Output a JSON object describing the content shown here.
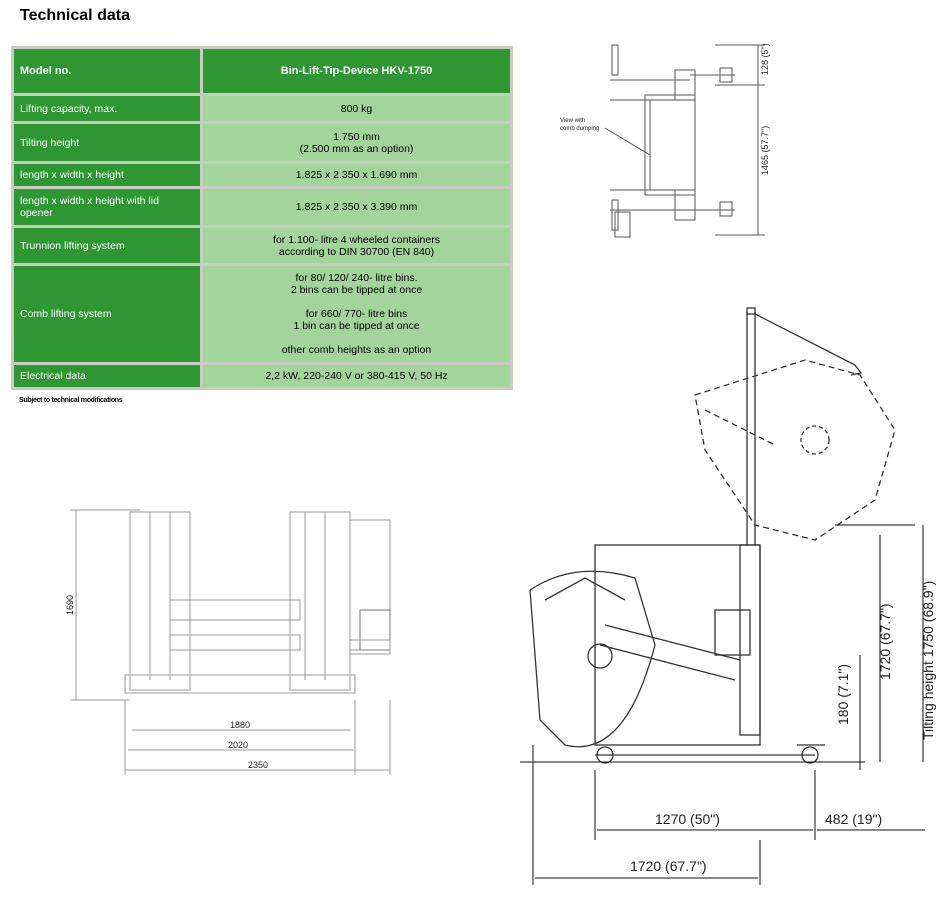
{
  "title": "Technical data",
  "table": {
    "header": {
      "label": "Model no.",
      "value": "Bin-Lift-Tip-Device   HKV-1750"
    },
    "rows": [
      {
        "label": "Lifting capacity, max.",
        "value": [
          "800 kg"
        ]
      },
      {
        "label": "Tilting height",
        "value": [
          "1.750 mm",
          "(2.500 mm as an option)"
        ]
      },
      {
        "label": "length x width x height",
        "value": [
          "1.825 x 2.350 x 1.690 mm"
        ]
      },
      {
        "label": "length x width x height with lid opener",
        "value": [
          "1.825 x 2.350 x 3.390 mm"
        ]
      },
      {
        "label": "Trunnion lifting system",
        "value": [
          "for 1.100- litre 4 wheeled containers",
          "according to DIN 30700 (EN 840)"
        ]
      },
      {
        "label": "Comb lifting system",
        "value": [
          "for 80/ 120/ 240- litre bins.",
          "2 bins can be tipped at once",
          "",
          "for 660/ 770- litre bins",
          "1 bin can be tipped at once",
          "",
          "other comb heights as an option"
        ]
      },
      {
        "label": "Electrical data",
        "value": [
          "2,2 kW, 220-240 V or 380-415 V, 50 Hz"
        ]
      }
    ]
  },
  "footnote": "Subject to technical modifications",
  "top_view": {
    "note_line1": "View with",
    "note_line2": "comb dumping",
    "dim_top": "128 (5\")",
    "dim_main": "1465 (57.7\")"
  },
  "front_view": {
    "height": "1690",
    "w1": "1880",
    "w2": "2020",
    "w3": "2350"
  },
  "side_view": {
    "dim_180": "180 (7.1\")",
    "dim_1720_v": "1720 (67.7\")",
    "dim_tilt": "Tilting height 1750 (68.9\")",
    "dim_1270": "1270 (50\")",
    "dim_482": "482 (19\")",
    "dim_1720_h": "1720 (67.7\")"
  }
}
